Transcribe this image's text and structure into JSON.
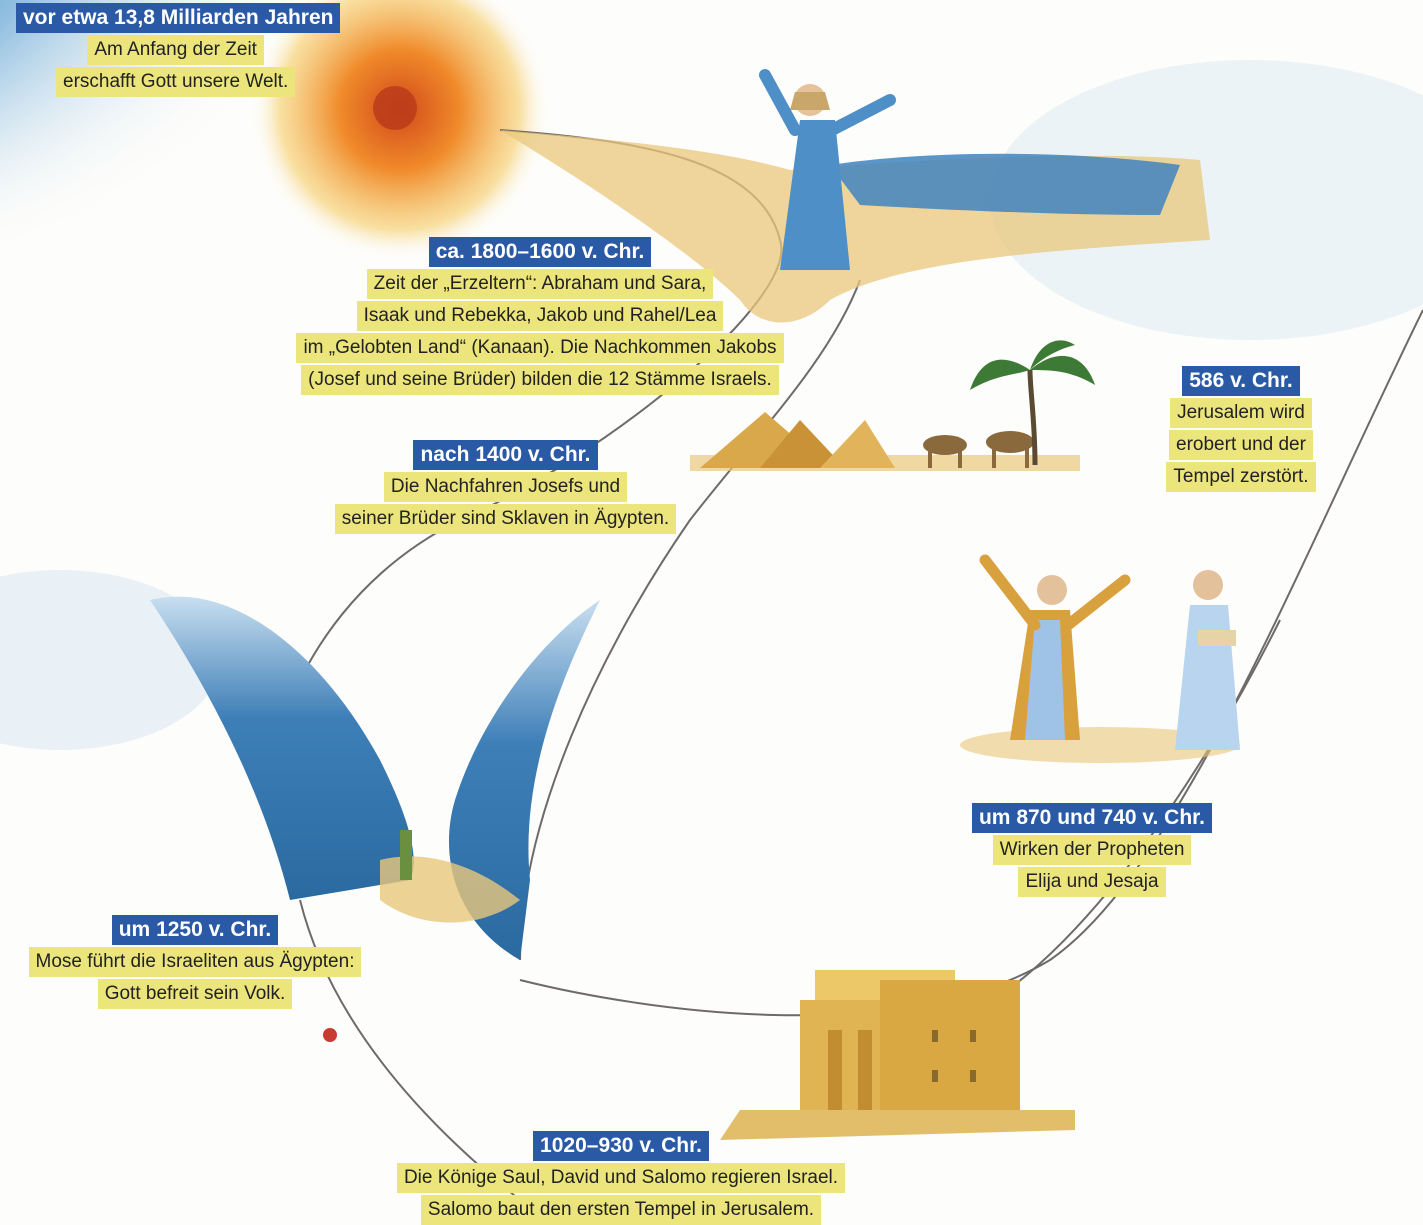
{
  "timeline": [
    {
      "date": "vor etwa 13,8 Milliarden Jahren",
      "lines": [
        "Am Anfang der Zeit",
        "erschafft Gott unsere Welt."
      ]
    },
    {
      "date": "ca. 1800–1600 v. Chr.",
      "lines": [
        "Zeit der „Erzeltern“: Abraham und Sara,",
        "Isaak und Rebekka, Jakob und Rahel/Lea",
        "im „Gelobten Land“ (Kanaan). Die Nachkommen Jakobs",
        "(Josef und seine Brüder) bilden die 12 Stämme Israels."
      ]
    },
    {
      "date": "586 v. Chr.",
      "lines": [
        "Jerusalem wird",
        "erobert und der",
        "Tempel zerstört."
      ]
    },
    {
      "date": "nach 1400 v. Chr.",
      "lines": [
        "Die Nachfahren Josefs und",
        "seiner Brüder sind Sklaven in Ägypten."
      ]
    },
    {
      "date": "um 870 und 740 v. Chr.",
      "lines": [
        "Wirken der Propheten",
        "Elija und Jesaja"
      ]
    },
    {
      "date": "um 1250 v. Chr.",
      "lines": [
        "Mose führt die Israeliten aus Ägypten:",
        "Gott befreit sein Volk."
      ]
    },
    {
      "date": "1020–930 v. Chr.",
      "lines": [
        "Die Könige Saul, David und Salomo regieren Israel.",
        "Salomo baut den ersten Tempel in Jerusalem."
      ]
    }
  ],
  "colors": {
    "date_bg": "#2a5aa6",
    "text_bg": "#ece57c",
    "sky": "#5b9fd0",
    "sand": "#e9c77c",
    "water": "#3f84c0"
  },
  "illustrations": [
    "big-bang-explosion",
    "abraham-on-sea-shore",
    "pyramids-and-camels",
    "parting-of-red-sea",
    "prophets-elija-and-jesaja",
    "temple-of-salomo"
  ]
}
